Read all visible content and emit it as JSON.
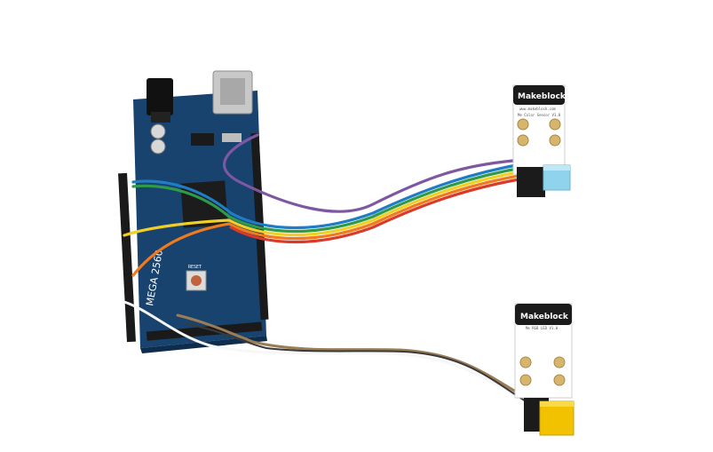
{
  "board": {
    "label": "MEGA 2560",
    "reset_label": "RESET",
    "color": "#17436e"
  },
  "top_module": {
    "brand": "Makeblock",
    "url": "www.makeblock.com",
    "model": "Me Color Sensor V1.0",
    "body_color": "#1b1b1b",
    "sensor_color": "#8fd3ec"
  },
  "bottom_module": {
    "brand": "Makeblock",
    "model": "Me RGB LED V1.0",
    "body_color": "#1b1b1b",
    "connector_color": "#f2c200"
  },
  "ribbon_colors": [
    "#7e57a3",
    "#1f7cc6",
    "#2f9a4a",
    "#f1cf27",
    "#f07a1e",
    "#d93a2a"
  ],
  "cable_colors": [
    "#f7f7f7",
    "#9a7c55",
    "#3a3a3a"
  ]
}
